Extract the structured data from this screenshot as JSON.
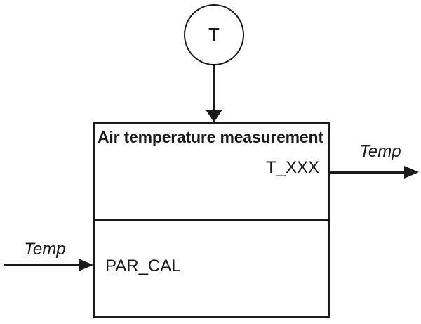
{
  "diagram": {
    "sensor_label": "T",
    "block_title": "Air temperature measurement",
    "output_var": "T_XXX",
    "param_var": "PAR_CAL",
    "output_signal_label": "Temp",
    "input_signal_label": "Temp"
  },
  "colors": {
    "ink": "#1a1a1a",
    "background": "#ffffff"
  }
}
